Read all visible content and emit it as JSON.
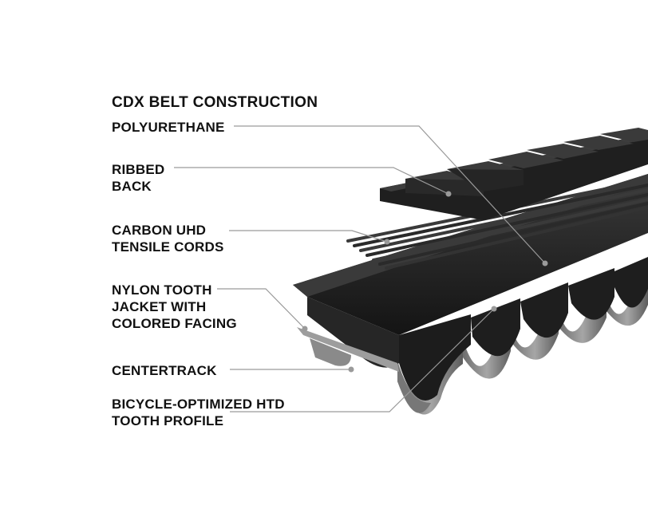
{
  "title": "CDX BELT CONSTRUCTION",
  "labels": {
    "polyurethane": [
      "POLYURETHANE"
    ],
    "ribbed_back": [
      "RIBBED",
      "BACK"
    ],
    "carbon_cords": [
      "CARBON UHD",
      "TENSILE CORDS"
    ],
    "nylon_jacket": [
      "NYLON TOOTH",
      "JACKET WITH",
      "COLORED FACING"
    ],
    "centertrack": [
      "CENTERTRACK"
    ],
    "tooth_profile": [
      "BICYCLE-OPTIMIZED HTD",
      "TOOTH PROFILE"
    ]
  },
  "colors": {
    "belt_dark": "#1c1c1c",
    "belt_mid": "#2e2e2e",
    "belt_light": "#4a4a4a",
    "facing": "#8f8f8f",
    "leader_line": "#9a9a9a",
    "text": "#111111",
    "background": "#ffffff"
  }
}
